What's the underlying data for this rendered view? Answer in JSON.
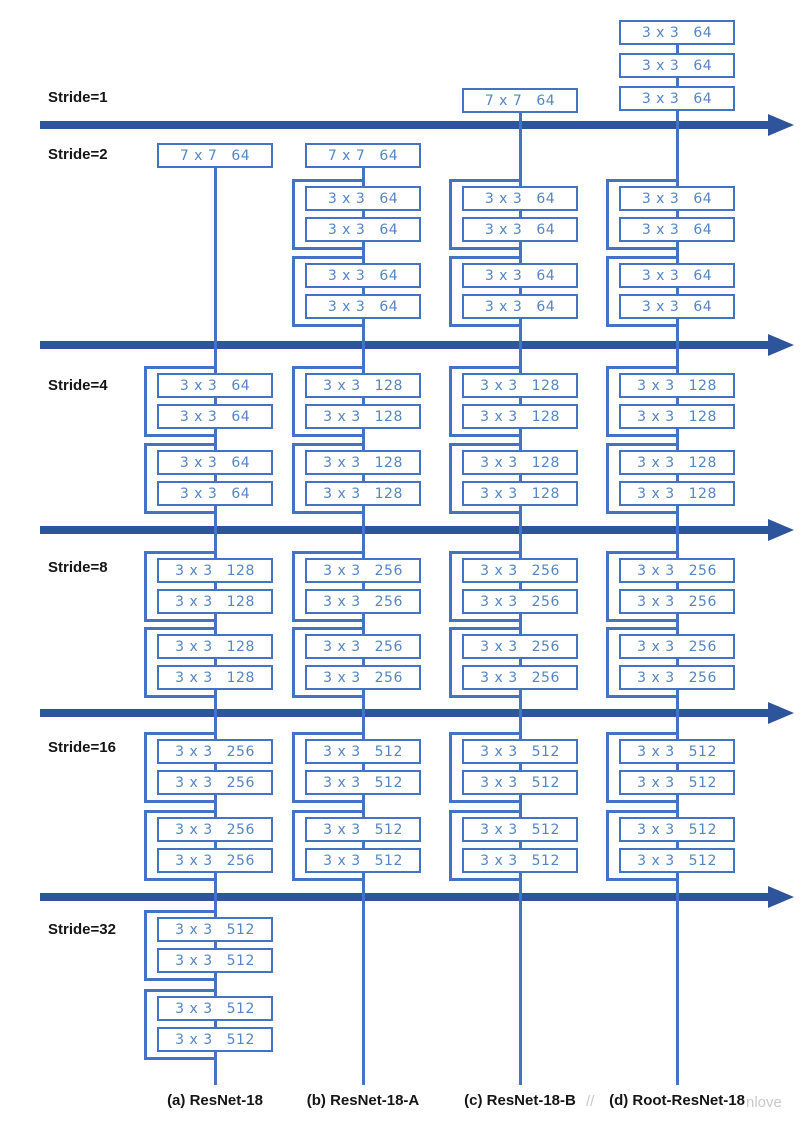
{
  "diagram": {
    "stride_sections": [
      {
        "label": "Stride=1"
      },
      {
        "label": "Stride=2"
      },
      {
        "label": "Stride=4"
      },
      {
        "label": "Stride=8"
      },
      {
        "label": "Stride=16"
      },
      {
        "label": "Stride=32"
      }
    ],
    "arrow_count": 5,
    "columns": [
      {
        "id": "a",
        "caption": "(a) ResNet-18",
        "segments": [
          {
            "slot": "s2_single",
            "kind": "single",
            "kernel": "7 x 7",
            "channels": "64"
          },
          {
            "slot": "s4_pair1",
            "kind": "pair",
            "boxes": [
              {
                "kernel": "3 x 3",
                "channels": "64"
              },
              {
                "kernel": "3 x 3",
                "channels": "64"
              }
            ]
          },
          {
            "slot": "s4_pair2",
            "kind": "pair",
            "boxes": [
              {
                "kernel": "3 x 3",
                "channels": "64"
              },
              {
                "kernel": "3 x 3",
                "channels": "64"
              }
            ]
          },
          {
            "slot": "s8_pair1",
            "kind": "pair",
            "boxes": [
              {
                "kernel": "3 x 3",
                "channels": "128"
              },
              {
                "kernel": "3 x 3",
                "channels": "128"
              }
            ]
          },
          {
            "slot": "s8_pair2",
            "kind": "pair",
            "boxes": [
              {
                "kernel": "3 x 3",
                "channels": "128"
              },
              {
                "kernel": "3 x 3",
                "channels": "128"
              }
            ]
          },
          {
            "slot": "s16_pair1",
            "kind": "pair",
            "boxes": [
              {
                "kernel": "3 x 3",
                "channels": "256"
              },
              {
                "kernel": "3 x 3",
                "channels": "256"
              }
            ]
          },
          {
            "slot": "s16_pair2",
            "kind": "pair",
            "boxes": [
              {
                "kernel": "3 x 3",
                "channels": "256"
              },
              {
                "kernel": "3 x 3",
                "channels": "256"
              }
            ]
          },
          {
            "slot": "s32_pair1",
            "kind": "pair",
            "boxes": [
              {
                "kernel": "3 x 3",
                "channels": "512"
              },
              {
                "kernel": "3 x 3",
                "channels": "512"
              }
            ]
          },
          {
            "slot": "s32_pair2",
            "kind": "pair",
            "boxes": [
              {
                "kernel": "3 x 3",
                "channels": "512"
              },
              {
                "kernel": "3 x 3",
                "channels": "512"
              }
            ]
          }
        ]
      },
      {
        "id": "b",
        "caption": "(b) ResNet-18-A",
        "segments": [
          {
            "slot": "s2_single",
            "kind": "single",
            "kernel": "7 x 7",
            "channels": "64"
          },
          {
            "slot": "s2_pair1",
            "kind": "pair",
            "boxes": [
              {
                "kernel": "3 x 3",
                "channels": "64"
              },
              {
                "kernel": "3 x 3",
                "channels": "64"
              }
            ]
          },
          {
            "slot": "s2_pair2",
            "kind": "pair",
            "boxes": [
              {
                "kernel": "3 x 3",
                "channels": "64"
              },
              {
                "kernel": "3 x 3",
                "channels": "64"
              }
            ]
          },
          {
            "slot": "s4_pair1",
            "kind": "pair",
            "boxes": [
              {
                "kernel": "3 x 3",
                "channels": "128"
              },
              {
                "kernel": "3 x 3",
                "channels": "128"
              }
            ]
          },
          {
            "slot": "s4_pair2",
            "kind": "pair",
            "boxes": [
              {
                "kernel": "3 x 3",
                "channels": "128"
              },
              {
                "kernel": "3 x 3",
                "channels": "128"
              }
            ]
          },
          {
            "slot": "s8_pair1",
            "kind": "pair",
            "boxes": [
              {
                "kernel": "3 x 3",
                "channels": "256"
              },
              {
                "kernel": "3 x 3",
                "channels": "256"
              }
            ]
          },
          {
            "slot": "s8_pair2",
            "kind": "pair",
            "boxes": [
              {
                "kernel": "3 x 3",
                "channels": "256"
              },
              {
                "kernel": "3 x 3",
                "channels": "256"
              }
            ]
          },
          {
            "slot": "s16_pair1",
            "kind": "pair",
            "boxes": [
              {
                "kernel": "3 x 3",
                "channels": "512"
              },
              {
                "kernel": "3 x 3",
                "channels": "512"
              }
            ]
          },
          {
            "slot": "s16_pair2",
            "kind": "pair",
            "boxes": [
              {
                "kernel": "3 x 3",
                "channels": "512"
              },
              {
                "kernel": "3 x 3",
                "channels": "512"
              }
            ]
          }
        ]
      },
      {
        "id": "c",
        "caption": "(c) ResNet-18-B",
        "segments": [
          {
            "slot": "pre1_single",
            "kind": "single",
            "kernel": "7 x 7",
            "channels": "64"
          },
          {
            "slot": "s2_pair1",
            "kind": "pair",
            "boxes": [
              {
                "kernel": "3 x 3",
                "channels": "64"
              },
              {
                "kernel": "3 x 3",
                "channels": "64"
              }
            ]
          },
          {
            "slot": "s2_pair2",
            "kind": "pair",
            "boxes": [
              {
                "kernel": "3 x 3",
                "channels": "64"
              },
              {
                "kernel": "3 x 3",
                "channels": "64"
              }
            ]
          },
          {
            "slot": "s4_pair1",
            "kind": "pair",
            "boxes": [
              {
                "kernel": "3 x 3",
                "channels": "128"
              },
              {
                "kernel": "3 x 3",
                "channels": "128"
              }
            ]
          },
          {
            "slot": "s4_pair2",
            "kind": "pair",
            "boxes": [
              {
                "kernel": "3 x 3",
                "channels": "128"
              },
              {
                "kernel": "3 x 3",
                "channels": "128"
              }
            ]
          },
          {
            "slot": "s8_pair1",
            "kind": "pair",
            "boxes": [
              {
                "kernel": "3 x 3",
                "channels": "256"
              },
              {
                "kernel": "3 x 3",
                "channels": "256"
              }
            ]
          },
          {
            "slot": "s8_pair2",
            "kind": "pair",
            "boxes": [
              {
                "kernel": "3 x 3",
                "channels": "256"
              },
              {
                "kernel": "3 x 3",
                "channels": "256"
              }
            ]
          },
          {
            "slot": "s16_pair1",
            "kind": "pair",
            "boxes": [
              {
                "kernel": "3 x 3",
                "channels": "512"
              },
              {
                "kernel": "3 x 3",
                "channels": "512"
              }
            ]
          },
          {
            "slot": "s16_pair2",
            "kind": "pair",
            "boxes": [
              {
                "kernel": "3 x 3",
                "channels": "512"
              },
              {
                "kernel": "3 x 3",
                "channels": "512"
              }
            ]
          }
        ]
      },
      {
        "id": "d",
        "caption": "(d) Root-ResNet-18",
        "segments": [
          {
            "slot": "pre1_box1",
            "kind": "single",
            "kernel": "3 x 3",
            "channels": "64"
          },
          {
            "slot": "pre1_box2",
            "kind": "single",
            "kernel": "3 x 3",
            "channels": "64"
          },
          {
            "slot": "pre1_box3",
            "kind": "single",
            "kernel": "3 x 3",
            "channels": "64"
          },
          {
            "slot": "s2_pair1",
            "kind": "pair",
            "boxes": [
              {
                "kernel": "3 x 3",
                "channels": "64"
              },
              {
                "kernel": "3 x 3",
                "channels": "64"
              }
            ]
          },
          {
            "slot": "s2_pair2",
            "kind": "pair",
            "boxes": [
              {
                "kernel": "3 x 3",
                "channels": "64"
              },
              {
                "kernel": "3 x 3",
                "channels": "64"
              }
            ]
          },
          {
            "slot": "s4_pair1",
            "kind": "pair",
            "boxes": [
              {
                "kernel": "3 x 3",
                "channels": "128"
              },
              {
                "kernel": "3 x 3",
                "channels": "128"
              }
            ]
          },
          {
            "slot": "s4_pair2",
            "kind": "pair",
            "boxes": [
              {
                "kernel": "3 x 3",
                "channels": "128"
              },
              {
                "kernel": "3 x 3",
                "channels": "128"
              }
            ]
          },
          {
            "slot": "s8_pair1",
            "kind": "pair",
            "boxes": [
              {
                "kernel": "3 x 3",
                "channels": "256"
              },
              {
                "kernel": "3 x 3",
                "channels": "256"
              }
            ]
          },
          {
            "slot": "s8_pair2",
            "kind": "pair",
            "boxes": [
              {
                "kernel": "3 x 3",
                "channels": "256"
              },
              {
                "kernel": "3 x 3",
                "channels": "256"
              }
            ]
          },
          {
            "slot": "s16_pair1",
            "kind": "pair",
            "boxes": [
              {
                "kernel": "3 x 3",
                "channels": "512"
              },
              {
                "kernel": "3 x 3",
                "channels": "512"
              }
            ]
          },
          {
            "slot": "s16_pair2",
            "kind": "pair",
            "boxes": [
              {
                "kernel": "3 x 3",
                "channels": "512"
              },
              {
                "kernel": "3 x 3",
                "channels": "512"
              }
            ]
          }
        ]
      }
    ],
    "watermark_fragments": [
      "//",
      "nlove"
    ],
    "colors": {
      "box_border": "#4472C4",
      "box_text": "#5585C5",
      "line": "#4472C4",
      "arrow": "#2E559B"
    }
  }
}
